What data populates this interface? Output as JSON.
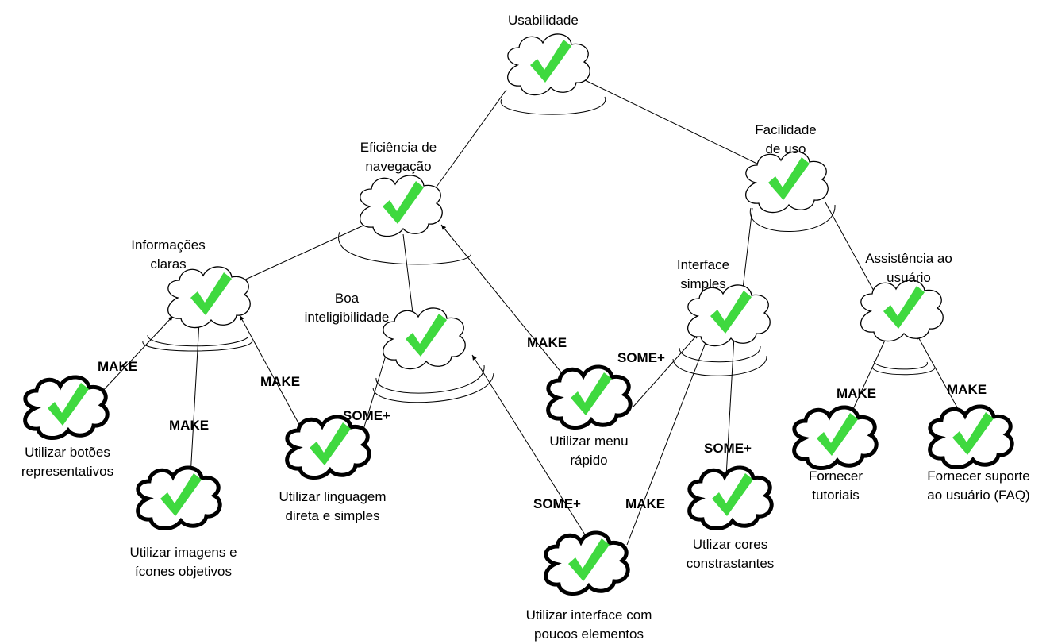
{
  "softgoals": {
    "usabilidade": "Usabilidade",
    "eficiencia_l1": "Eficiência de",
    "eficiencia_l2": "navegação",
    "facilidade_l1": "Facilidade",
    "facilidade_l2": "de uso",
    "informacoes_l1": "Informações",
    "informacoes_l2": "claras",
    "boa_l1": "Boa",
    "boa_l2": "inteligibilidade",
    "interface_l1": "Interface",
    "interface_l2": "simples",
    "assistencia_l1": "Assistência ao",
    "assistencia_l2": "usuário"
  },
  "operationalizations": {
    "botoes_l1": "Utilizar botões",
    "botoes_l2": "representativos",
    "imagens_l1": "Utilizar imagens e",
    "imagens_l2": "ícones objetivos",
    "linguagem_l1": "Utilizar linguagem",
    "linguagem_l2": "direta e simples",
    "menu_l1": "Utilizar menu",
    "menu_l2": "rápido",
    "poucos_l1": "Utilizar interface com",
    "poucos_l2": "poucos elementos",
    "cores_l1": "Utlizar cores",
    "cores_l2": "constrastantes",
    "tutoriais_l1": "Fornecer",
    "tutoriais_l2": "tutoriais",
    "suporte_l1": "Fornecer suporte",
    "suporte_l2": "ao usuário (FAQ)"
  },
  "contributions": {
    "botoes": "MAKE",
    "imagens": "MAKE",
    "linguagem_info": "MAKE",
    "linguagem_boa": "SOME+",
    "menu_efic": "MAKE",
    "menu_interface": "SOME+",
    "poucos_boa": "SOME+",
    "poucos_interface": "MAKE",
    "cores": "SOME+",
    "tutoriais": "MAKE",
    "suporte": "MAKE"
  },
  "colors": {
    "check": "#3fd93f",
    "line": "#000000"
  },
  "icons": {
    "softgoal": "cloud-icon",
    "satisfied": "check-icon"
  }
}
